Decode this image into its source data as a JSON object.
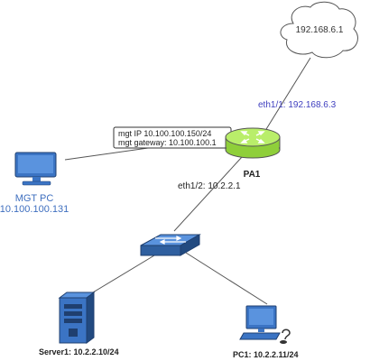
{
  "nodes": {
    "internet": {
      "label": "192.168.6.1",
      "icon": "cloud-icon"
    },
    "firewall": {
      "label": "PA1",
      "icon": "router-icon"
    },
    "mgt_pc": {
      "label": "MGT PC",
      "ip": "10.100.100.131",
      "icon": "desktop-computer-icon"
    },
    "switch": {
      "icon": "network-switch-icon"
    },
    "server": {
      "label": "Server1: 10.2.2.10/24",
      "icon": "server-tower-icon"
    },
    "pc": {
      "label": "PC1: 10.2.2.11/24",
      "icon": "workstation-icon"
    }
  },
  "links": {
    "internet_to_firewall": {
      "label": "eth1/1: 192.168.6.3"
    },
    "firewall_to_switch": {
      "label": "eth1/2: 10.2.2.1"
    },
    "mgmt_to_firewall": {
      "mgt_ip": "mgt IP 10.100.100.150/24",
      "mgt_gateway": "mgt gateway: 10.100.100.1"
    }
  },
  "colors": {
    "link_label_blue": "#3f3fbf",
    "mgt_pc_blue": "#3f6fbf",
    "router_green": "#b9ee6a",
    "icon_blue": "#3b74c4",
    "icon_dark": "#1f3f6f"
  }
}
